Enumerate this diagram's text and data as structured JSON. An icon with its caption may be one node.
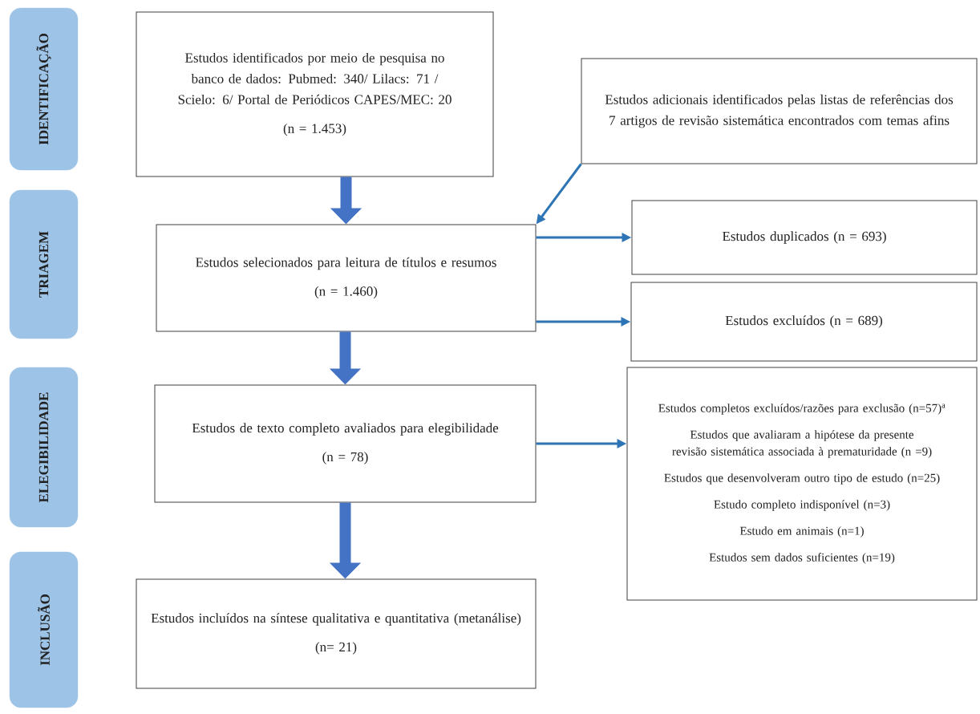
{
  "diagram": {
    "nodes": [
      {
        "text": [
          "IDENTIFICAÇÃO"
        ]
      },
      {
        "text": [
          "TRIAGEM"
        ]
      },
      {
        "text": [
          "ELEGIBILIDADE"
        ]
      },
      {
        "text": [
          "INCLUSÃO"
        ]
      },
      {
        "text": [
          "Estudos identificados por meio de pesquisa no banco de dados: Pubmed: 340/ Lilacs: 71 / Scielo: 6/ Portal de Periódicos CAPES/MEC: 20",
          "(n = 1.453)"
        ]
      },
      {
        "text": [
          "Estudos adicionais identificados pelas listas de referências dos 7 artigos de revisão sistemática encontrados com temas afins"
        ]
      },
      {
        "text": [
          "Estudos selecionados para leitura de títulos e resumos",
          "(n = 1.460)"
        ]
      },
      {
        "text": [
          "Estudos duplicados (n = 693)"
        ]
      },
      {
        "text": [
          "Estudos excluídos (n = 689)"
        ]
      },
      {
        "text": [
          "Estudos de texto completo avaliados para elegibilidade",
          "(n = 78)"
        ]
      },
      {
        "text": [
          "Estudos completos excluídos/razões para exclusão (n=57)$^{a}$",
          "Estudos que avaliaram a hipótese da presente revisão sistemática associada à prematuridade (n =9)",
          "Estudos que desenvolveram outro tipo de estudo (n=25)",
          "Estudo completo indisponível (n=3)",
          "Estudo em animais (n=1)",
          "Estudos sem dados suficientes (n=19)"
        ]
      },
      {
        "text": [
          "Estudos incluídos na síntese qualitativa e quantitativa (metanálise)",
          "(n= 21)"
        ]
      }
    ],
    "edges": [
      {
        "from": 4,
        "to": 6,
        "arrow": "to",
        "style": "thick"
      },
      {
        "from": 5,
        "to": 6,
        "arrow": "to"
      },
      {
        "from": 6,
        "to": 7,
        "arrow": "to"
      },
      {
        "from": 6,
        "to": 8,
        "arrow": "to"
      },
      {
        "from": 6,
        "to": 9,
        "arrow": "to",
        "style": "thick"
      },
      {
        "from": 9,
        "to": 10,
        "arrow": "to"
      },
      {
        "from": 9,
        "to": 11,
        "arrow": "to",
        "style": "thick"
      }
    ]
  }
}
